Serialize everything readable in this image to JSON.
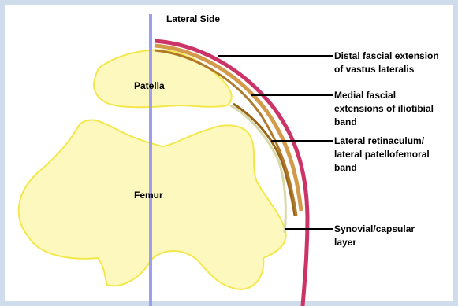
{
  "title": "Lateral Side",
  "structures": {
    "patella": "Patella",
    "femur": "Femur"
  },
  "annotations": [
    {
      "id": "distal-fascial",
      "lines": [
        "Distal fascial extension",
        "of vastus lateralis"
      ]
    },
    {
      "id": "medial-fascial",
      "lines": [
        "Medial fascial",
        "extensions of iliotibial",
        "band"
      ]
    },
    {
      "id": "lateral-retinaculum",
      "lines": [
        "Lateral retinaculum/",
        "lateral patellofemoral",
        "band"
      ]
    },
    {
      "id": "synovial",
      "lines": [
        "Synovial/capsular",
        "layer"
      ]
    }
  ],
  "colors": {
    "border": "#cfdcec",
    "bone_fill": "#fdf8bd",
    "bone_outline": "#f2e84c",
    "midline": "#9d9df2",
    "outer_layer": "#cc3366",
    "vastus_layer": "#d39a4a",
    "itb_layer": "#b07a2a",
    "retinaculum_layer": "#9a6418",
    "synovial_layer": "#d8d9a8"
  }
}
